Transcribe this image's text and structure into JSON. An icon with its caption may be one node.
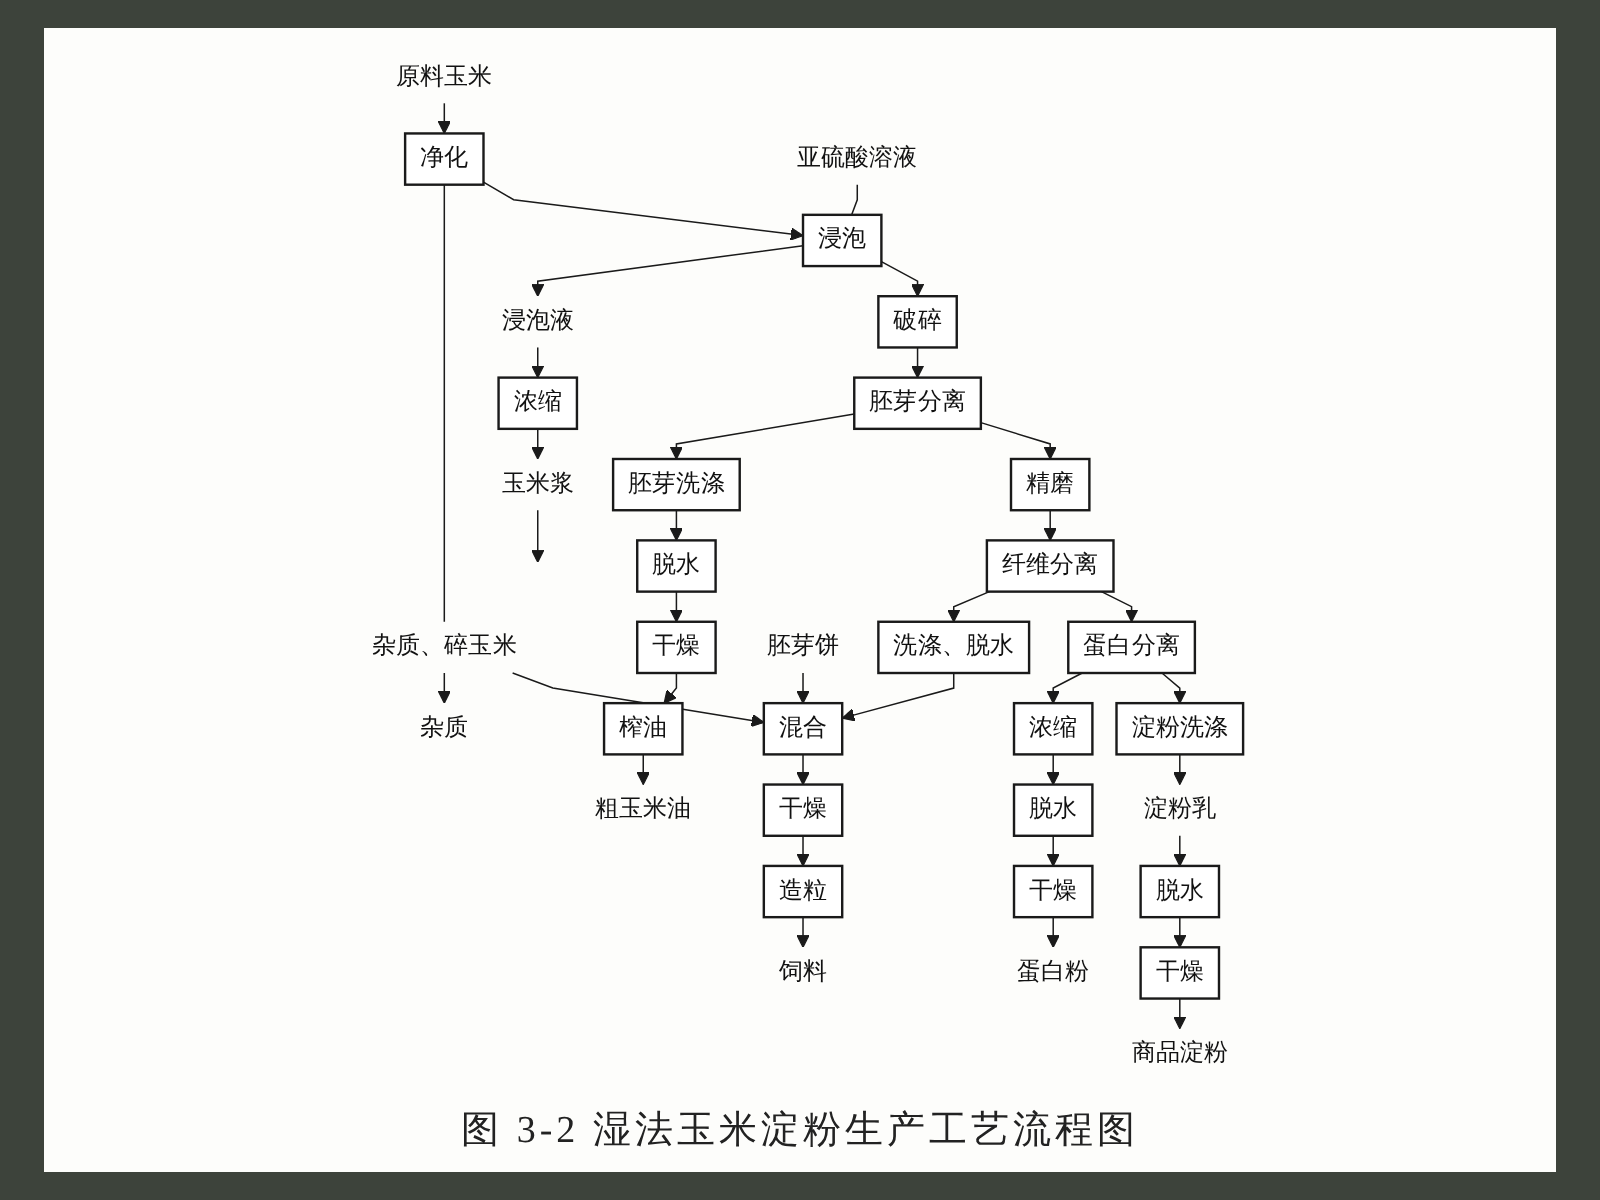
{
  "diagram": {
    "caption": "图 3-2 湿法玉米淀粉生产工艺流程图",
    "nodes": [
      {
        "text": [
          "原料玉米"
        ]
      },
      {
        "text": [
          "杂质"
        ]
      },
      {
        "text": [
          "净化"
        ]
      },
      {
        "text": [
          "杂质、碎玉米"
        ]
      },
      {
        "text": [
          "亚硫酸溶液"
        ]
      },
      {
        "text": [
          "浸泡"
        ]
      },
      {
        "text": [
          "浸泡液"
        ]
      },
      {
        "text": [
          "浓缩"
        ]
      },
      {
        "text": [
          "玉米浆"
        ]
      },
      {
        "text": [
          "破碎"
        ]
      },
      {
        "text": [
          "胚芽分离"
        ]
      },
      {
        "text": [
          "胚芽洗涤"
        ]
      },
      {
        "text": [
          "脱水"
        ]
      },
      {
        "text": [
          "干燥"
        ]
      },
      {
        "text": [
          "榨油"
        ]
      },
      {
        "text": [
          "粗玉米油"
        ]
      },
      {
        "text": [
          "精磨"
        ]
      },
      {
        "text": [
          "胚芽饼"
        ]
      },
      {
        "text": [
          "纤维分离"
        ]
      },
      {
        "text": [
          "洗涤、脱水"
        ]
      },
      {
        "text": [
          "混合"
        ]
      },
      {
        "text": [
          "干燥"
        ]
      },
      {
        "text": [
          "造粒"
        ]
      },
      {
        "text": [
          "饲料"
        ]
      },
      {
        "text": [
          "蛋白分离"
        ]
      },
      {
        "text": [
          "浓缩"
        ]
      },
      {
        "text": [
          "脱水"
        ]
      },
      {
        "text": [
          "干燥"
        ]
      },
      {
        "text": [
          "蛋白粉"
        ]
      },
      {
        "text": [
          "淀粉洗涤"
        ]
      },
      {
        "text": [
          "淀粉乳"
        ]
      },
      {
        "text": [
          "脱水"
        ]
      },
      {
        "text": [
          "干燥"
        ]
      },
      {
        "text": [
          "商品淀粉"
        ]
      }
    ],
    "edges": [
      {
        "from": 0,
        "to": 2,
        "arrow": "to"
      },
      {
        "from": 2,
        "to": 3,
        "arrow": "none"
      },
      {
        "from": 3,
        "to": 1,
        "arrow": "to"
      },
      {
        "from": 3,
        "to": 20,
        "arrow": "to"
      },
      {
        "from": 2,
        "to": 5,
        "arrow": "to"
      },
      {
        "from": 4,
        "to": 5,
        "arrow": "none"
      },
      {
        "from": 5,
        "to": 6,
        "arrow": "to"
      },
      {
        "from": 6,
        "to": 7,
        "arrow": "to"
      },
      {
        "from": 7,
        "to": 8,
        "arrow": "to"
      },
      {
        "from": 8,
        "to": null,
        "arrow": "to"
      },
      {
        "from": 5,
        "to": 9,
        "arrow": "to"
      },
      {
        "from": 9,
        "to": 10,
        "arrow": "to"
      },
      {
        "from": 10,
        "to": 11,
        "arrow": "to"
      },
      {
        "from": 11,
        "to": 12,
        "arrow": "to"
      },
      {
        "from": 12,
        "to": 13,
        "arrow": "to"
      },
      {
        "from": 13,
        "to": 14,
        "arrow": "to"
      },
      {
        "from": 14,
        "to": 15,
        "arrow": "to"
      },
      {
        "from": 10,
        "to": 16,
        "arrow": "to"
      },
      {
        "from": 17,
        "to": 20,
        "arrow": "to"
      },
      {
        "from": 16,
        "to": 18,
        "arrow": "to"
      },
      {
        "from": 18,
        "to": 19,
        "arrow": "to"
      },
      {
        "from": 19,
        "to": 20,
        "arrow": "to"
      },
      {
        "from": 20,
        "to": 21,
        "arrow": "to"
      },
      {
        "from": 21,
        "to": 22,
        "arrow": "to"
      },
      {
        "from": 22,
        "to": 23,
        "arrow": "to"
      },
      {
        "from": 18,
        "to": 24,
        "arrow": "to"
      },
      {
        "from": 24,
        "to": 25,
        "arrow": "to"
      },
      {
        "from": 25,
        "to": 26,
        "arrow": "to"
      },
      {
        "from": 26,
        "to": 27,
        "arrow": "to"
      },
      {
        "from": 27,
        "to": 28,
        "arrow": "to"
      },
      {
        "from": 24,
        "to": 29,
        "arrow": "to"
      },
      {
        "from": 29,
        "to": 30,
        "arrow": "to"
      },
      {
        "from": 30,
        "to": 31,
        "arrow": "to"
      },
      {
        "from": 31,
        "to": 32,
        "arrow": "to"
      },
      {
        "from": 32,
        "to": 33,
        "arrow": "to"
      }
    ]
  }
}
